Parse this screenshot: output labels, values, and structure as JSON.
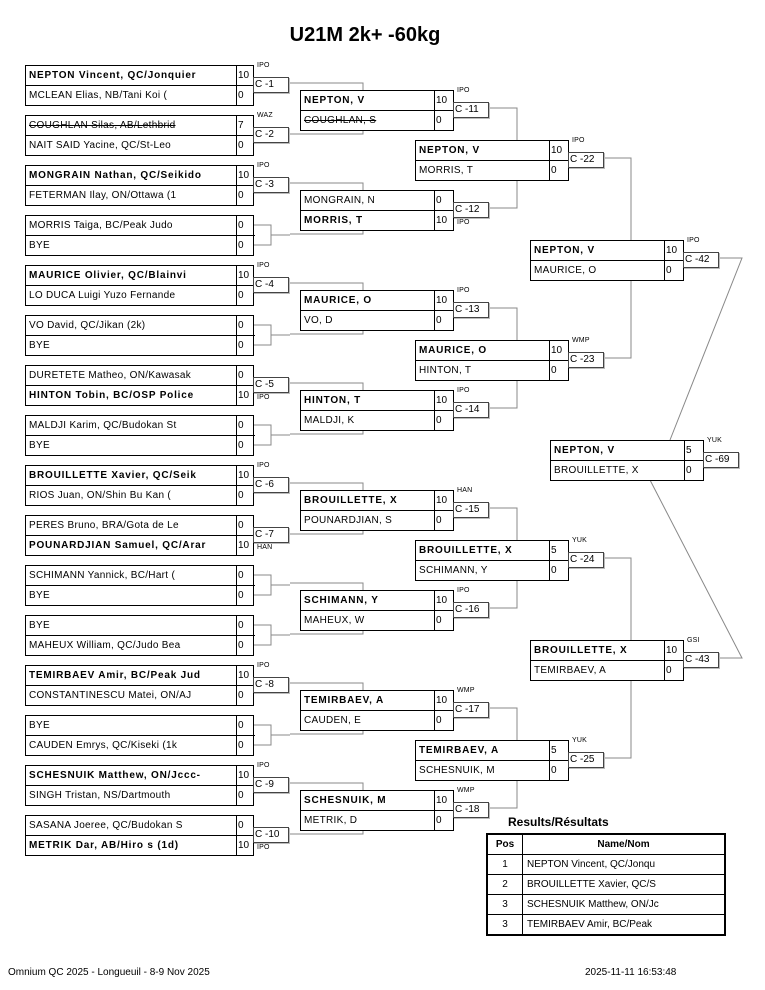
{
  "title": "U21M 2k+ -60kg",
  "round1": [
    {
      "top": {
        "name": "NEPTON Vincent, QC/Jonquier",
        "score": "10",
        "bold": true
      },
      "bottom": {
        "name": "MCLEAN Elias, NB/Tani Koi (",
        "score": "0"
      },
      "match": "C -1",
      "result": "IPO",
      "winner": "top"
    },
    {
      "top": {
        "name": "COUGHLAN Silas, AB/Lethbrid",
        "score": "7",
        "struck": true
      },
      "bottom": {
        "name": "NAIT SAID Yacine, QC/St-Leo",
        "score": "0"
      },
      "match": "C -2",
      "result": "WAZ",
      "winner": "top"
    },
    {
      "top": {
        "name": "MONGRAIN Nathan, QC/Seikido",
        "score": "10",
        "bold": true
      },
      "bottom": {
        "name": "FETERMAN Ilay, ON/Ottawa (1",
        "score": "0"
      },
      "match": "C -3",
      "result": "IPO",
      "winner": "top"
    },
    {
      "top": {
        "name": "MORRIS Taiga, BC/Peak Judo",
        "score": "0"
      },
      "bottom": {
        "name": "BYE",
        "score": "0"
      }
    },
    {
      "top": {
        "name": "MAURICE Olivier, QC/Blainvi",
        "score": "10",
        "bold": true
      },
      "bottom": {
        "name": "LO DUCA Luigi Yuzo Fernande",
        "score": "0"
      },
      "match": "C -4",
      "result": "IPO",
      "winner": "top"
    },
    {
      "top": {
        "name": "VO David, QC/Jikan (2k)",
        "score": "0"
      },
      "bottom": {
        "name": "BYE",
        "score": "0"
      }
    },
    {
      "top": {
        "name": "DURETETE Matheo, ON/Kawasak",
        "score": "0"
      },
      "bottom": {
        "name": "HINTON Tobin, BC/OSP Police",
        "score": "10",
        "bold": true
      },
      "match": "C -5",
      "result": "IPO",
      "winner": "bottom"
    },
    {
      "top": {
        "name": "MALDJI Karim, QC/Budokan St",
        "score": "0"
      },
      "bottom": {
        "name": "BYE",
        "score": "0"
      }
    },
    {
      "top": {
        "name": "BROUILLETTE Xavier, QC/Seik",
        "score": "10",
        "bold": true
      },
      "bottom": {
        "name": "RIOS Juan, ON/Shin Bu Kan (",
        "score": "0"
      },
      "match": "C -6",
      "result": "IPO",
      "winner": "top"
    },
    {
      "top": {
        "name": "PERES Bruno, BRA/Gota de Le",
        "score": "0"
      },
      "bottom": {
        "name": "POUNARDJIAN Samuel, QC/Arar",
        "score": "10",
        "bold": true
      },
      "match": "C -7",
      "result": "HAN",
      "winner": "bottom"
    },
    {
      "top": {
        "name": "SCHIMANN Yannick, BC/Hart (",
        "score": "0"
      },
      "bottom": {
        "name": "BYE",
        "score": "0"
      }
    },
    {
      "top": {
        "name": "BYE",
        "score": "0"
      },
      "bottom": {
        "name": "MAHEUX William, QC/Judo Bea",
        "score": "0"
      }
    },
    {
      "top": {
        "name": "TEMIRBAEV Amir, BC/Peak Jud",
        "score": "10",
        "bold": true
      },
      "bottom": {
        "name": "CONSTANTINESCU Matei, ON/AJ",
        "score": "0"
      },
      "match": "C -8",
      "result": "IPO",
      "winner": "top"
    },
    {
      "top": {
        "name": "BYE",
        "score": "0"
      },
      "bottom": {
        "name": "CAUDEN Emrys, QC/Kiseki (1k",
        "score": "0"
      }
    },
    {
      "top": {
        "name": "SCHESNUIK Matthew, ON/Jccc-",
        "score": "10",
        "bold": true
      },
      "bottom": {
        "name": "SINGH Tristan, NS/Dartmouth",
        "score": "0"
      },
      "match": "C -9",
      "result": "IPO",
      "winner": "top"
    },
    {
      "top": {
        "name": "SASANA Joeree, QC/Budokan S",
        "score": "0"
      },
      "bottom": {
        "name": "METRIK Dar, AB/Hiro s (1d)",
        "score": "10",
        "bold": true
      },
      "match": "C -10",
      "result": "IPO",
      "winner": "bottom"
    }
  ],
  "round2": [
    {
      "top": {
        "name": "NEPTON, V",
        "score": "10",
        "bold": true
      },
      "bottom": {
        "name": "COUGHLAN, S",
        "score": "0",
        "struck": true
      },
      "match": "C -11",
      "result": "IPO",
      "winner": "top"
    },
    {
      "top": {
        "name": "MONGRAIN, N",
        "score": "0"
      },
      "bottom": {
        "name": "MORRIS, T",
        "score": "10",
        "bold": true
      },
      "match": "C -12",
      "result": "IPO",
      "winner": "bottom"
    },
    {
      "top": {
        "name": "MAURICE, O",
        "score": "10",
        "bold": true
      },
      "bottom": {
        "name": "VO, D",
        "score": "0"
      },
      "match": "C -13",
      "result": "IPO",
      "winner": "top"
    },
    {
      "top": {
        "name": "HINTON, T",
        "score": "10",
        "bold": true
      },
      "bottom": {
        "name": "MALDJI, K",
        "score": "0"
      },
      "match": "C -14",
      "result": "IPO",
      "winner": "top"
    },
    {
      "top": {
        "name": "BROUILLETTE, X",
        "score": "10",
        "bold": true
      },
      "bottom": {
        "name": "POUNARDJIAN, S",
        "score": "0"
      },
      "match": "C -15",
      "result": "HAN",
      "winner": "top"
    },
    {
      "top": {
        "name": "SCHIMANN, Y",
        "score": "10",
        "bold": true
      },
      "bottom": {
        "name": "MAHEUX, W",
        "score": "0"
      },
      "match": "C -16",
      "result": "IPO",
      "winner": "top"
    },
    {
      "top": {
        "name": "TEMIRBAEV, A",
        "score": "10",
        "bold": true
      },
      "bottom": {
        "name": "CAUDEN, E",
        "score": "0"
      },
      "match": "C -17",
      "result": "WMP",
      "winner": "top"
    },
    {
      "top": {
        "name": "SCHESNUIK, M",
        "score": "10",
        "bold": true
      },
      "bottom": {
        "name": "METRIK, D",
        "score": "0"
      },
      "match": "C -18",
      "result": "WMP",
      "winner": "top"
    }
  ],
  "round3": [
    {
      "top": {
        "name": "NEPTON, V",
        "score": "10",
        "bold": true
      },
      "bottom": {
        "name": "MORRIS, T",
        "score": "0"
      },
      "match": "C -22",
      "result": "IPO",
      "winner": "top"
    },
    {
      "top": {
        "name": "MAURICE, O",
        "score": "10",
        "bold": true
      },
      "bottom": {
        "name": "HINTON, T",
        "score": "0"
      },
      "match": "C -23",
      "result": "WMP",
      "winner": "top"
    },
    {
      "top": {
        "name": "BROUILLETTE, X",
        "score": "5",
        "bold": true
      },
      "bottom": {
        "name": "SCHIMANN, Y",
        "score": "0"
      },
      "match": "C -24",
      "result": "YUK",
      "winner": "top"
    },
    {
      "top": {
        "name": "TEMIRBAEV, A",
        "score": "5",
        "bold": true
      },
      "bottom": {
        "name": "SCHESNUIK, M",
        "score": "0"
      },
      "match": "C -25",
      "result": "YUK",
      "winner": "top"
    }
  ],
  "round4": [
    {
      "top": {
        "name": "NEPTON, V",
        "score": "10",
        "bold": true
      },
      "bottom": {
        "name": "MAURICE, O",
        "score": "0"
      },
      "match": "C -42",
      "result": "IPO",
      "winner": "top"
    },
    {
      "top": {
        "name": "BROUILLETTE, X",
        "score": "10",
        "bold": true
      },
      "bottom": {
        "name": "TEMIRBAEV, A",
        "score": "0"
      },
      "match": "C -43",
      "result": "GSI",
      "winner": "top"
    }
  ],
  "final": [
    {
      "top": {
        "name": "NEPTON, V",
        "score": "5",
        "bold": true
      },
      "bottom": {
        "name": "BROUILLETTE, X",
        "score": "0"
      },
      "match": "C -69",
      "result": "YUK",
      "winner": "top"
    }
  ],
  "results": {
    "title": "Results/Résultats",
    "headers": {
      "pos": "Pos",
      "name": "Name/Nom"
    },
    "rows": [
      {
        "pos": "1",
        "name": "NEPTON Vincent, QC/Jonqu"
      },
      {
        "pos": "2",
        "name": "BROUILLETTE Xavier, QC/S"
      },
      {
        "pos": "3",
        "name": "SCHESNUIK Matthew, ON/Jc"
      },
      {
        "pos": "3",
        "name": "TEMIRBAEV Amir, BC/Peak"
      }
    ]
  },
  "footer": {
    "left": "Omnium QC 2025 - Longueuil - 8-9 Nov 2025",
    "right": "2025-11-11 16:53:48"
  },
  "colors": {
    "line": "#888888",
    "border": "#000000"
  }
}
